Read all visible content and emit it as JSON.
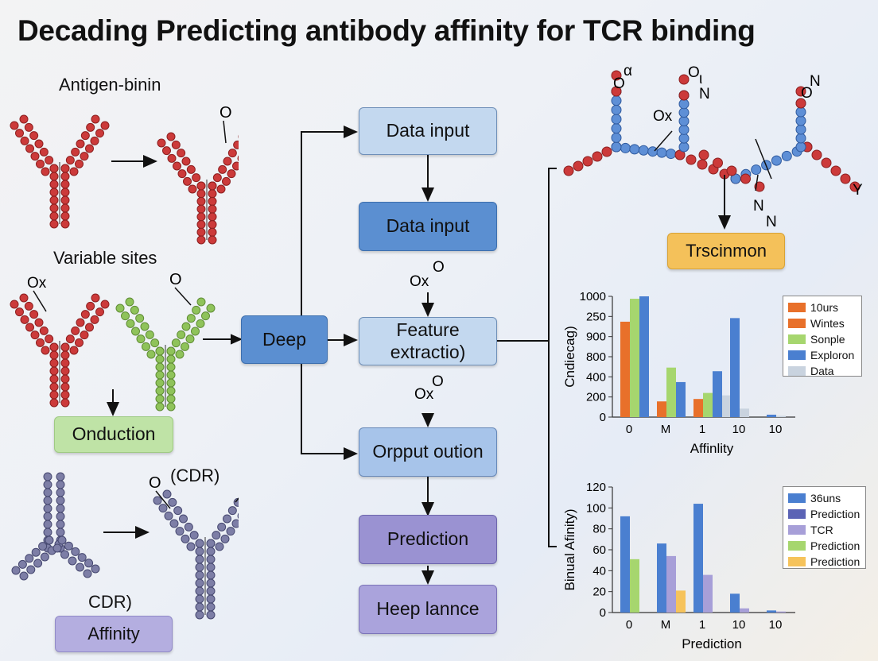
{
  "title": "Decading Predicting antibody affinity for TCR binding",
  "left": {
    "label_antigen": "Antigen-binin",
    "label_variable": "Variable sites",
    "label_cdr_top": "(CDR)",
    "label_cdr_bottom": "CDR)",
    "box_onduction": "Onduction",
    "box_affinity": "Affinity",
    "atom_o": "O",
    "atom_ox": "Ox"
  },
  "flow": {
    "deep": "Deep",
    "data_input_1": "Data input",
    "data_input_2": "Data input",
    "feature_extraction": "Feature extractio)",
    "output": "Orpput oution",
    "prediction": "Prediction",
    "heep": "Heep lannce",
    "atom_ox": "Ox",
    "atom_o": "O"
  },
  "molecule": {
    "box": "Trscinmon",
    "labels": [
      "O",
      "α",
      "O",
      "N",
      "ι",
      "Ox",
      "O",
      "N",
      "Y",
      "N",
      "N"
    ]
  },
  "colors": {
    "orange": "#e8702a",
    "blue": "#4a7fd0",
    "green": "#a6d66e",
    "gray": "#c9d3df",
    "navy": "#5b63b5",
    "lilac": "#a79fd8",
    "yellow": "#f6c35b",
    "red_atom": "#cc3a3a",
    "green_atom": "#8fc35a",
    "purple_atom": "#7d7ea6"
  },
  "chart_data": [
    {
      "type": "bar",
      "xlabel": "Affinlity",
      "ylabel": "Cndiecag)",
      "yticks": [
        "0",
        "200",
        "400",
        "800",
        "900",
        "250",
        "1000"
      ],
      "categories": [
        "0",
        "M",
        "1",
        "10",
        "10"
      ],
      "legend_position": "top-right",
      "series": [
        {
          "name": "10urs",
          "color": "#e8702a",
          "values": [
            790,
            130,
            150,
            0,
            0
          ]
        },
        {
          "name": "Wintes",
          "color": "#e8702a",
          "values": [
            0,
            0,
            0,
            0,
            0
          ]
        },
        {
          "name": "Sonple",
          "color": "#a6d66e",
          "values": [
            980,
            410,
            200,
            0,
            0
          ]
        },
        {
          "name": "Exploron",
          "color": "#4a7fd0",
          "values": [
            1000,
            290,
            380,
            820,
            20
          ]
        },
        {
          "name": "Data",
          "color": "#c9d3df",
          "values": [
            0,
            0,
            180,
            70,
            10
          ]
        }
      ]
    },
    {
      "type": "bar",
      "xlabel": "Prediction",
      "ylabel": "Binual Afinity)",
      "yticks": [
        "0",
        "20",
        "40",
        "60",
        "80",
        "100",
        "120"
      ],
      "ylim": [
        0,
        120
      ],
      "categories": [
        "0",
        "M",
        "1",
        "10",
        "10"
      ],
      "legend_position": "top-right",
      "series": [
        {
          "name": "36uns",
          "color": "#4a7fd0",
          "values": [
            92,
            66,
            104,
            18,
            2
          ]
        },
        {
          "name": "Prediction",
          "color": "#5b63b5",
          "values": [
            0,
            0,
            0,
            0,
            0
          ]
        },
        {
          "name": "TCR",
          "color": "#a79fd8",
          "values": [
            0,
            54,
            36,
            4,
            1
          ]
        },
        {
          "name": "Prediction",
          "color": "#a6d66e",
          "values": [
            51,
            0,
            0,
            0,
            0
          ]
        },
        {
          "name": "Prediction",
          "color": "#f6c35b",
          "values": [
            0,
            21,
            0,
            0,
            0
          ]
        }
      ]
    }
  ]
}
